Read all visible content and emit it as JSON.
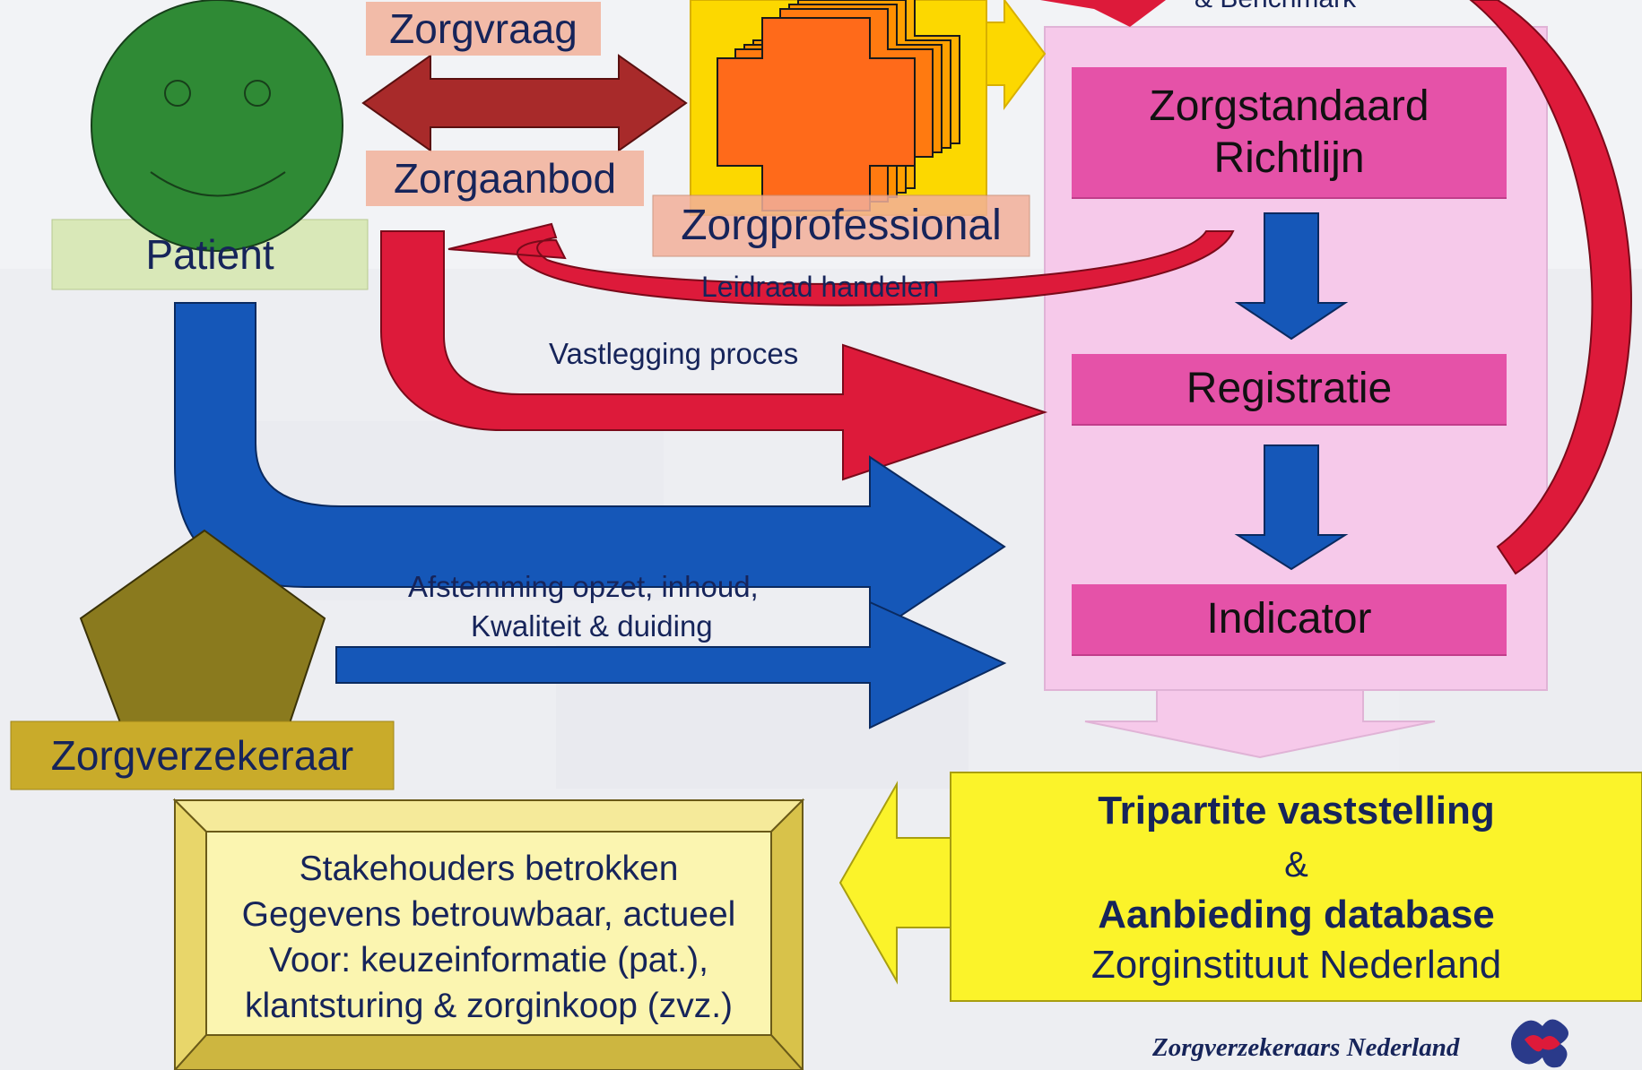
{
  "labels": {
    "zorgvraag": "Zorgvraag",
    "zorgaanbod": "Zorgaanbod",
    "zorgprofessional": "Zorgprofessional",
    "patient": "Patient",
    "zorgverzekeraar": "Zorgverzekeraar",
    "benchmark_partial": "& Benchmark",
    "leidraad": "Leidraad handelen",
    "vastlegging": "Vastlegging proces",
    "afstemming_line1": "Afstemming opzet, inhoud,",
    "afstemming_line2": "Kwaliteit & duiding"
  },
  "process": {
    "zorgstandaard_line1": "Zorgstandaard",
    "zorgstandaard_line2": "Richtlijn",
    "registratie": "Registratie",
    "indicator": "Indicator"
  },
  "tripartite": {
    "line1": "Tripartite vaststelling",
    "line2": "&",
    "line3": "Aanbieding database",
    "line4": "Zorginstituut Nederland"
  },
  "stakeholders": {
    "line1": "Stakehouders betrokken",
    "line2": "Gegevens betrouwbaar, actueel",
    "line3": "Voor: keuzeinformatie (pat.),",
    "line4": "klantsturing & zorginkoop (zvz.)"
  },
  "logo": {
    "text": "Zorgverzekeraars Nederland"
  },
  "colors": {
    "patient_green": "#2f8a35",
    "pentagon_olive": "#8a7a1e",
    "red_arrow": "#dd1a3a",
    "dark_red_arrow": "#a82a2a",
    "blue_arrow": "#1557b8",
    "pink_panel": "#f6c9ea",
    "pink_bar": "#e552a8",
    "yellow_box": "#fbf32a",
    "orange_professional": "#ff6a1a"
  }
}
